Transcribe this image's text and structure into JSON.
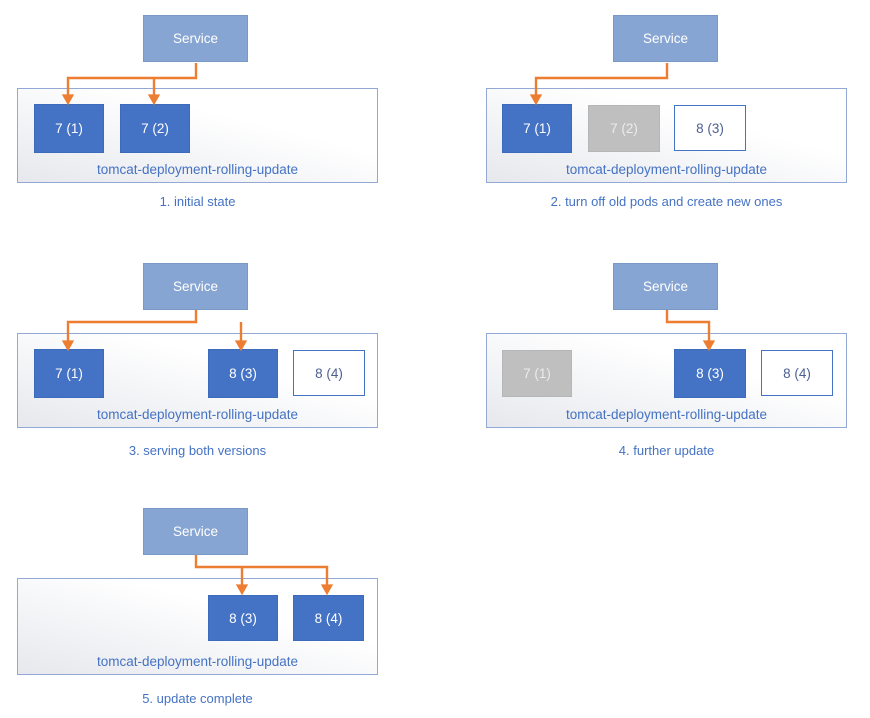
{
  "service_label": "Service",
  "deployment_label": "tomcat-deployment-rolling-update",
  "colors": {
    "service_fill": "#87A5D2",
    "service_border": "#7A99C7",
    "pod_active_fill": "#4472C4",
    "pod_active_border": "#3D6BBB",
    "pod_inactive_fill": "#BFBFBF",
    "pod_inactive_text": "#EBEBEB",
    "pod_pending_border": "#4472C4",
    "pod_pending_text": "#4C5F92",
    "container_border": "#92A9D5",
    "label_text": "#4472C4",
    "caption_text": "#4472C4",
    "arrow": "#ED7D31"
  },
  "panels": [
    {
      "caption": "1. initial state",
      "pods": [
        {
          "label": "7 (1)",
          "state": "active"
        },
        {
          "label": "7 (2)",
          "state": "active"
        }
      ]
    },
    {
      "caption": "2. turn off old pods and create new ones",
      "pods": [
        {
          "label": "7 (1)",
          "state": "active"
        },
        {
          "label": "7 (2)",
          "state": "inactive"
        },
        {
          "label": "8 (3)",
          "state": "pending"
        }
      ]
    },
    {
      "caption": "3. serving both versions",
      "pods": [
        {
          "label": "7 (1)",
          "state": "active"
        },
        {
          "label": "8 (3)",
          "state": "active"
        },
        {
          "label": "8 (4)",
          "state": "pending"
        }
      ]
    },
    {
      "caption": "4. further update",
      "pods": [
        {
          "label": "7 (1)",
          "state": "inactive"
        },
        {
          "label": "8 (3)",
          "state": "active"
        },
        {
          "label": "8 (4)",
          "state": "pending"
        }
      ]
    },
    {
      "caption": "5. update complete",
      "pods": [
        {
          "label": "8 (3)",
          "state": "active"
        },
        {
          "label": "8 (4)",
          "state": "active"
        }
      ]
    }
  ]
}
